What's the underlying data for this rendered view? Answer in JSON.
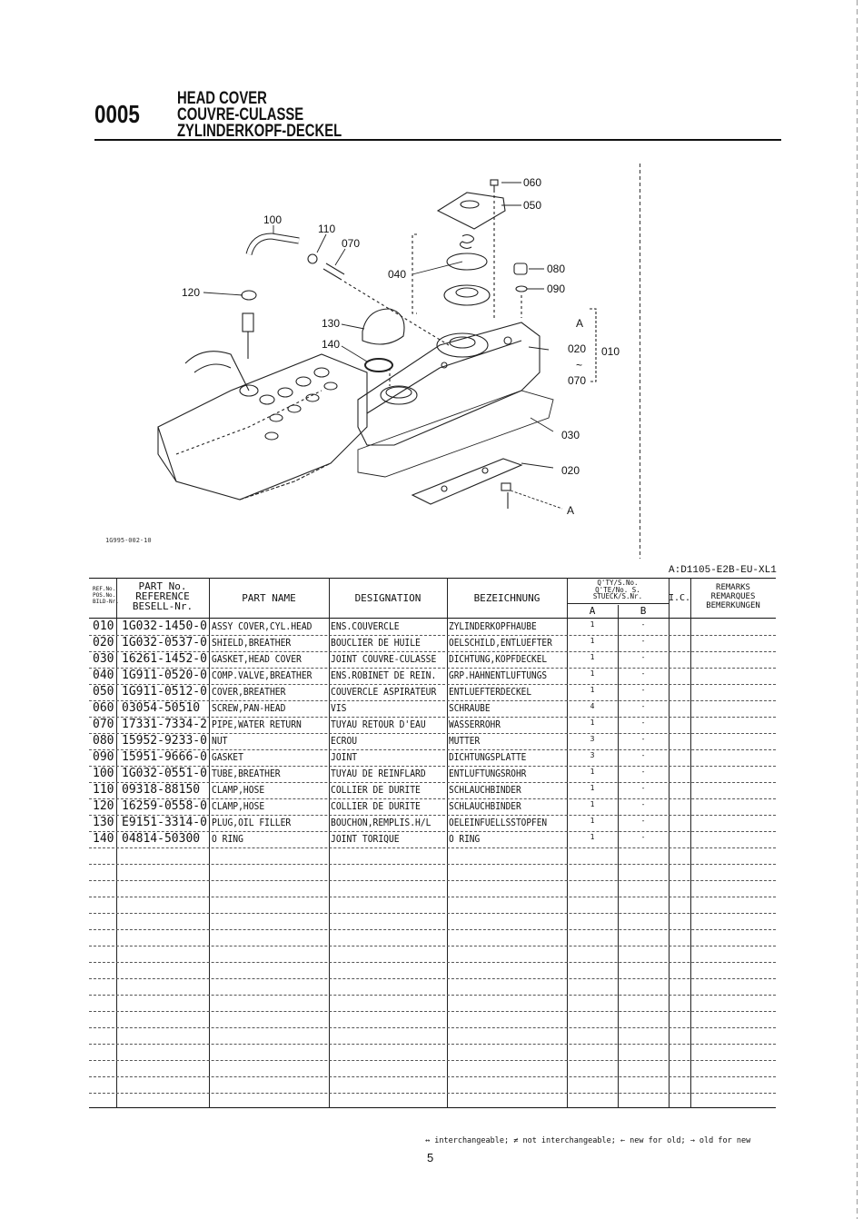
{
  "header": {
    "section_number": "0005",
    "title_en": "HEAD COVER",
    "title_fr": "COUVRE-CULASSE",
    "title_de": "ZYLINDERKOPF-DECKEL"
  },
  "diagram": {
    "code": "1G995-002-10",
    "callouts": {
      "c060": "060",
      "c050": "050",
      "c100": "100",
      "c110": "110",
      "c070": "070",
      "c040": "040",
      "c080": "080",
      "c090": "090",
      "c120": "120",
      "c130": "130",
      "c140": "140",
      "cA": "A",
      "c020a": "020",
      "c010": "010",
      "ctilde": "~",
      "c070b": "070",
      "c030": "030",
      "c020b": "020",
      "cA2": "A"
    }
  },
  "model_code": "A:D1105-E2B-EU-XL1",
  "table": {
    "headers": {
      "ref_no": [
        "REF.No.",
        "POS.No.",
        "BILD-Nr."
      ],
      "part_no": [
        "PART No.",
        "REFERENCE",
        "BESELL-Nr."
      ],
      "part_name": "PART NAME",
      "designation": "DESIGNATION",
      "bezeichnung": "BEZEICHNUNG",
      "qty": [
        "Q'TY/S.No.",
        "Q'TE/No. S.",
        "STUECK/S.Nr."
      ],
      "qty_a": "A",
      "qty_b": "B",
      "ic": "I.C.",
      "remarks": [
        "REMARKS",
        "REMARQUES",
        "BEMERKUNGEN"
      ]
    },
    "rows": [
      {
        "ref": "010",
        "part": "1G032-1450-0",
        "name": "ASSY COVER,CYL.HEAD",
        "des": "ENS.COUVERCLE",
        "bez": "ZYLINDERKOPFHAUBE",
        "qa": "1",
        "qb": "-"
      },
      {
        "ref": "020",
        "part": "1G032-0537-0",
        "name": "SHIELD,BREATHER",
        "des": "BOUCLIER DE HUILE",
        "bez": "OELSCHILD,ENTLUEFTER",
        "qa": "1",
        "qb": "-"
      },
      {
        "ref": "030",
        "part": "16261-1452-0",
        "name": "GASKET,HEAD COVER",
        "des": "JOINT COUVRE-CULASSE",
        "bez": "DICHTUNG,KOPFDECKEL",
        "qa": "1",
        "qb": "-"
      },
      {
        "ref": "040",
        "part": "1G911-0520-0",
        "name": "COMP.VALVE,BREATHER",
        "des": "ENS.ROBINET DE REIN.",
        "bez": "GRP.HAHNENTLUFTUNGS",
        "qa": "1",
        "qb": "-"
      },
      {
        "ref": "050",
        "part": "1G911-0512-0",
        "name": "COVER,BREATHER",
        "des": "COUVERCLE ASPIRATEUR",
        "bez": "ENTLUEFTERDECKEL",
        "qa": "1",
        "qb": "-"
      },
      {
        "ref": "060",
        "part": "03054-50510",
        "name": "SCREW,PAN-HEAD",
        "des": "VIS",
        "bez": "SCHRAUBE",
        "qa": "4",
        "qb": "-"
      },
      {
        "ref": "070",
        "part": "17331-7334-2",
        "name": "PIPE,WATER RETURN",
        "des": "TUYAU RETOUR D'EAU",
        "bez": "WASSERROHR",
        "qa": "1",
        "qb": "-"
      },
      {
        "ref": "080",
        "part": "15952-9233-0",
        "name": "NUT",
        "des": "ECROU",
        "bez": "MUTTER",
        "qa": "3",
        "qb": "-"
      },
      {
        "ref": "090",
        "part": "15951-9666-0",
        "name": "GASKET",
        "des": "JOINT",
        "bez": "DICHTUNGSPLATTE",
        "qa": "3",
        "qb": "-"
      },
      {
        "ref": "100",
        "part": "1G032-0551-0",
        "name": "TUBE,BREATHER",
        "des": "TUYAU DE REINFLARD",
        "bez": "ENTLUFTUNGSROHR",
        "qa": "1",
        "qb": "-"
      },
      {
        "ref": "110",
        "part": "09318-88150",
        "name": "CLAMP,HOSE",
        "des": "COLLIER DE DURITE",
        "bez": "SCHLAUCHBINDER",
        "qa": "1",
        "qb": "-"
      },
      {
        "ref": "120",
        "part": "16259-0558-0",
        "name": "CLAMP,HOSE",
        "des": "COLLIER DE DURITE",
        "bez": "SCHLAUCHBINDER",
        "qa": "1",
        "qb": "-"
      },
      {
        "ref": "130",
        "part": "E9151-3314-0",
        "name": "PLUG,OIL FILLER",
        "des": "BOUCHON,REMPLIS.H/L",
        "bez": "OELEINFUELLSSTOPFEN",
        "qa": "1",
        "qb": "-"
      },
      {
        "ref": "140",
        "part": "04814-50300",
        "name": "O RING",
        "des": "JOINT TORIQUE",
        "bez": "O RING",
        "qa": "1",
        "qb": "-"
      }
    ]
  },
  "footer": {
    "legend": "↔ interchangeable; ≠ not interchangeable; ← new for old; → old for new",
    "page_number": "5"
  }
}
